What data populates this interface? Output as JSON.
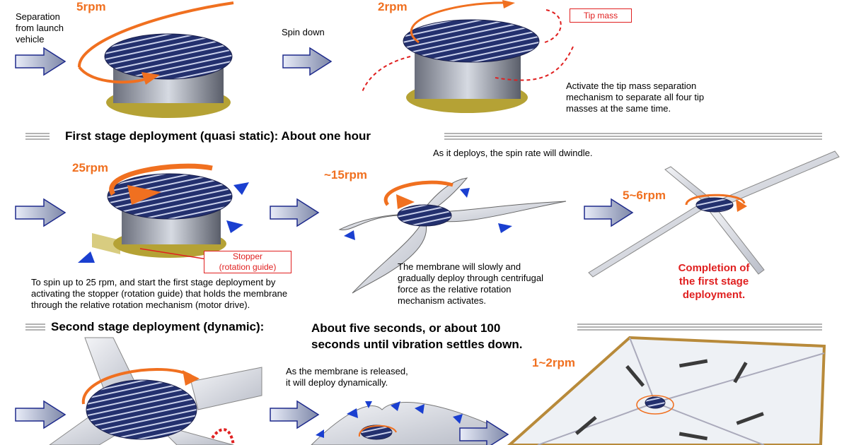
{
  "colors": {
    "accent": "#f07020",
    "highlight": "#e02020",
    "arrow": "#1a3fd0"
  },
  "icons": {
    "stage_arrow": "gray-chevron-arrow-icon",
    "spin": "orange-spin-arrow-icon",
    "deploy": "blue-direction-arrow-icon"
  },
  "row1": {
    "separation_label": "Separation\nfrom launch\nvehicle",
    "rpm_a": "5rpm",
    "spin_down_label": "Spin down",
    "rpm_b": "2rpm",
    "tip_mass_label": "Tip mass",
    "tip_mass_note": "Activate the tip mass separation\nmechanism to separate all four tip\nmasses at the same time."
  },
  "stage1": {
    "header": "First stage deployment (quasi static): About one hour",
    "spin_note": "As it deploys, the spin rate will dwindle.",
    "rpm_a": "25rpm",
    "rpm_b": "~15rpm",
    "rpm_c": "5~6rpm",
    "stopper_label": "Stopper\n(rotation guide)",
    "spinup_note": "To spin up to 25 rpm, and start the first stage deployment by\nactivating the stopper (rotation guide) that holds the membrane\nthrough the relative rotation mechanism (motor drive).",
    "membrane_note": "The membrane will slowly and\ngradually deploy through centrifugal\nforce as the relative rotation\nmechanism activates.",
    "completion": "Completion of\nthe first stage\ndeployment."
  },
  "stage2": {
    "header": "Second stage deployment (dynamic):",
    "duration": "About five seconds, or about 100\nseconds until vibration settles down.",
    "release_note": "As the membrane is released,\nit will deploy dynamically.",
    "rpm": "1~2rpm"
  }
}
